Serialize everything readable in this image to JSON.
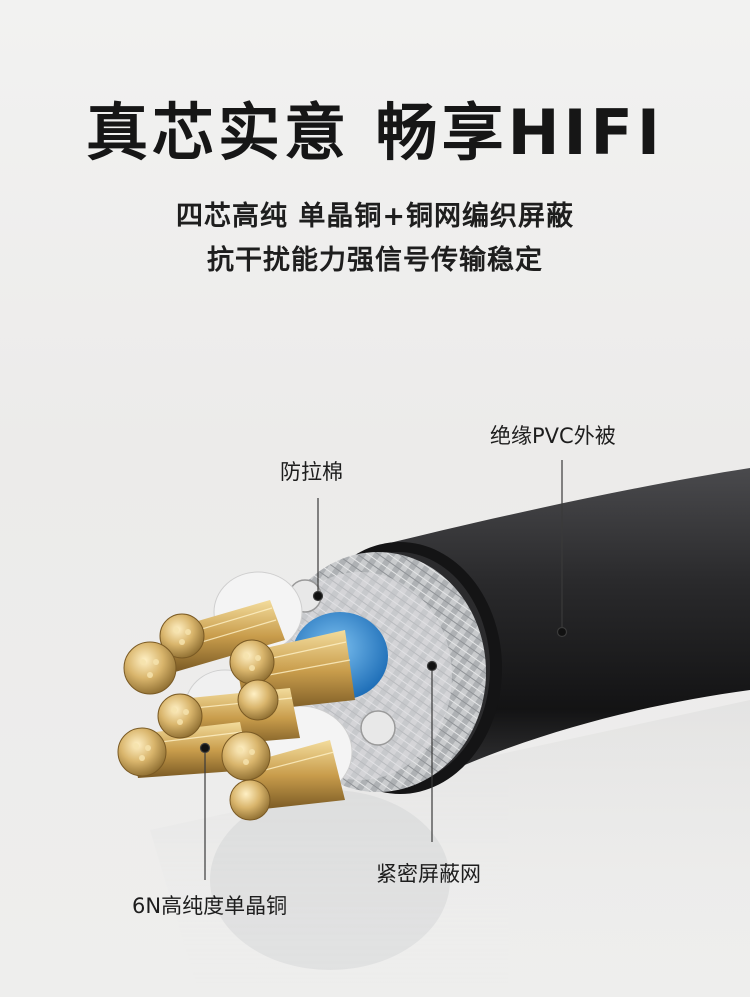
{
  "headline": "真芯实意 畅享HIFI",
  "subtitle_lines": [
    "四芯高纯 单晶铜+铜网编织屏蔽",
    "抗干扰能力强信号传输稳定"
  ],
  "callouts": {
    "jacket": "绝缘PVC外被",
    "filler": "防拉棉",
    "shield": "紧密屏蔽网",
    "conductor": "6N高纯度单晶铜"
  },
  "colors": {
    "jacket": "#1f1f21",
    "copper": "#d8b26a",
    "insulation_white": "#f4f4f4",
    "insulation_blue": "#3a8fd3",
    "shield_silver": "#b9bcbf"
  }
}
